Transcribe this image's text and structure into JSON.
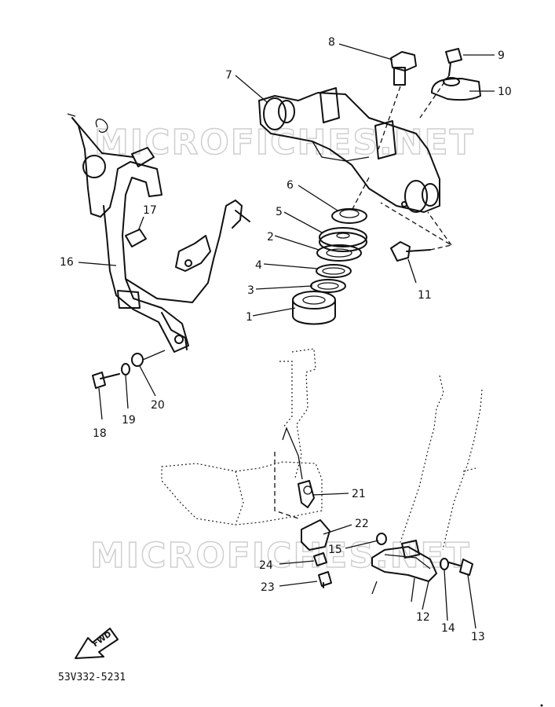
{
  "diagram": {
    "part_code": "53V332-5231",
    "fwd_label": "FWD",
    "watermarks": [
      "MICROFICHES.NET",
      "MICROFICHES.NET"
    ],
    "callouts": [
      {
        "id": "c1",
        "label": "1"
      },
      {
        "id": "c2",
        "label": "2"
      },
      {
        "id": "c3",
        "label": "3"
      },
      {
        "id": "c4",
        "label": "4"
      },
      {
        "id": "c5",
        "label": "5"
      },
      {
        "id": "c6",
        "label": "6"
      },
      {
        "id": "c7",
        "label": "7"
      },
      {
        "id": "c8",
        "label": "8"
      },
      {
        "id": "c9",
        "label": "9"
      },
      {
        "id": "c10",
        "label": "10"
      },
      {
        "id": "c11",
        "label": "11"
      },
      {
        "id": "c12",
        "label": "12"
      },
      {
        "id": "c13",
        "label": "13"
      },
      {
        "id": "c14",
        "label": "14"
      },
      {
        "id": "c15",
        "label": "15"
      },
      {
        "id": "c16",
        "label": "16"
      },
      {
        "id": "c17",
        "label": "17"
      },
      {
        "id": "c18",
        "label": "18"
      },
      {
        "id": "c19",
        "label": "19"
      },
      {
        "id": "c20",
        "label": "20"
      },
      {
        "id": "c21",
        "label": "21"
      },
      {
        "id": "c22",
        "label": "22"
      },
      {
        "id": "c23",
        "label": "23"
      },
      {
        "id": "c24",
        "label": "24"
      }
    ]
  }
}
